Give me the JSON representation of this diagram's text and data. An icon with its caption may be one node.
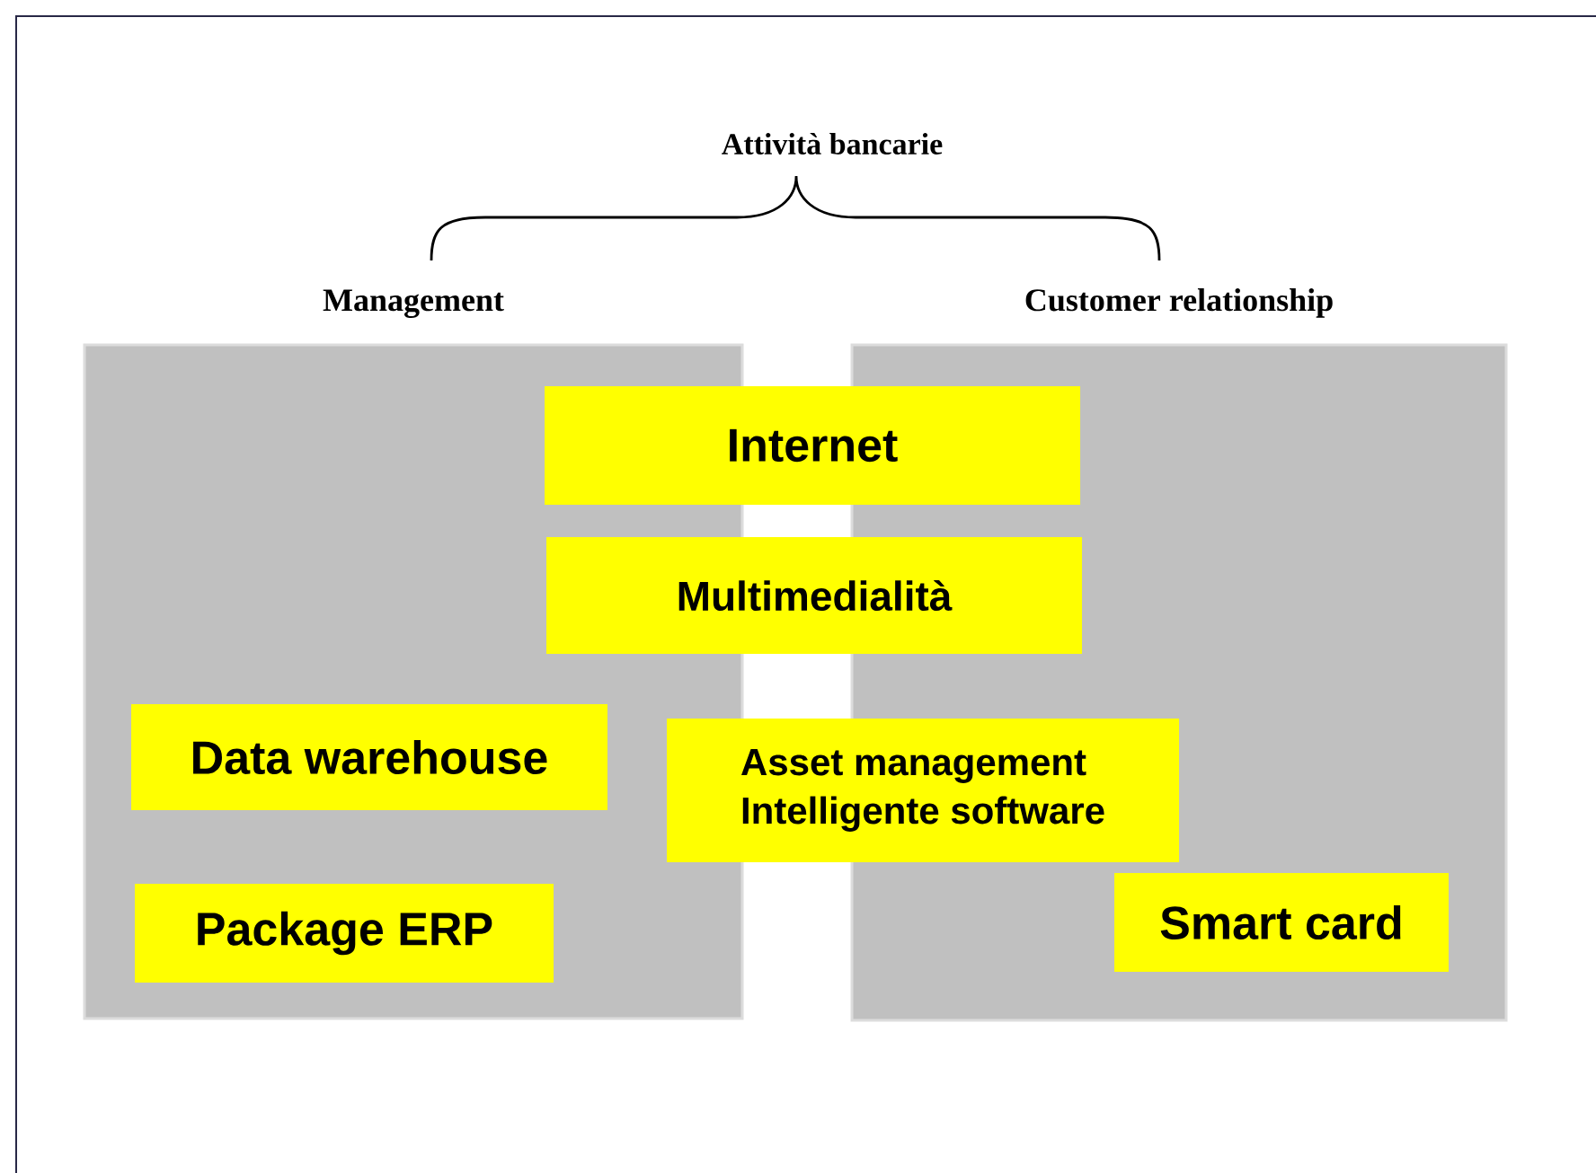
{
  "diagram": {
    "title": "Attività bancarie",
    "nodes": [
      {
        "text": [
          "Management"
        ]
      },
      {
        "text": [
          "Customer relationship"
        ]
      },
      {
        "text": [
          "Internet"
        ]
      },
      {
        "text": [
          "Multimedialità"
        ]
      },
      {
        "text": [
          "Data warehouse"
        ],
        "in": 0
      },
      {
        "text": [
          "Asset management",
          "Intelligente  software"
        ]
      },
      {
        "text": [
          "Package ERP"
        ],
        "in": 0
      },
      {
        "text": [
          "Smart card"
        ],
        "in": 1
      }
    ]
  }
}
